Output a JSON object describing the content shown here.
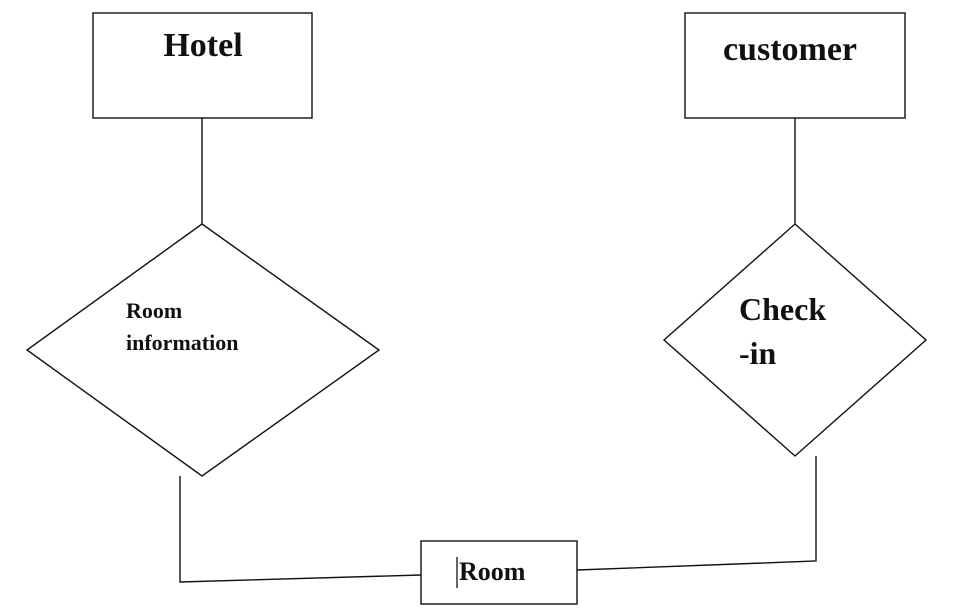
{
  "diagram": {
    "entities": {
      "hotel": {
        "label": "Hotel"
      },
      "customer": {
        "label": "customer"
      },
      "room": {
        "label": "Room"
      }
    },
    "relationships": {
      "room_information": {
        "label_lines": [
          "Room",
          "information"
        ]
      },
      "check_in": {
        "label_lines": [
          "Check",
          "-in"
        ]
      }
    }
  }
}
